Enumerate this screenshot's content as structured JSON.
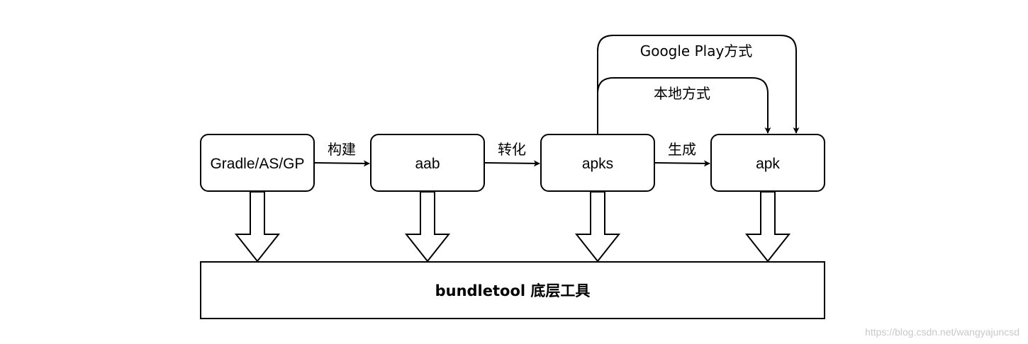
{
  "nodes": {
    "gradle": "Gradle/AS/GP",
    "aab": "aab",
    "apks": "apks",
    "apk": "apk"
  },
  "edges": {
    "build": "构建",
    "convert": "转化",
    "generate": "生成",
    "local": "本地方式",
    "google_play": "Google Play方式"
  },
  "base": {
    "label": "bundletool 底层工具"
  },
  "watermark": "https://blog.csdn.net/wangyajuncsd"
}
